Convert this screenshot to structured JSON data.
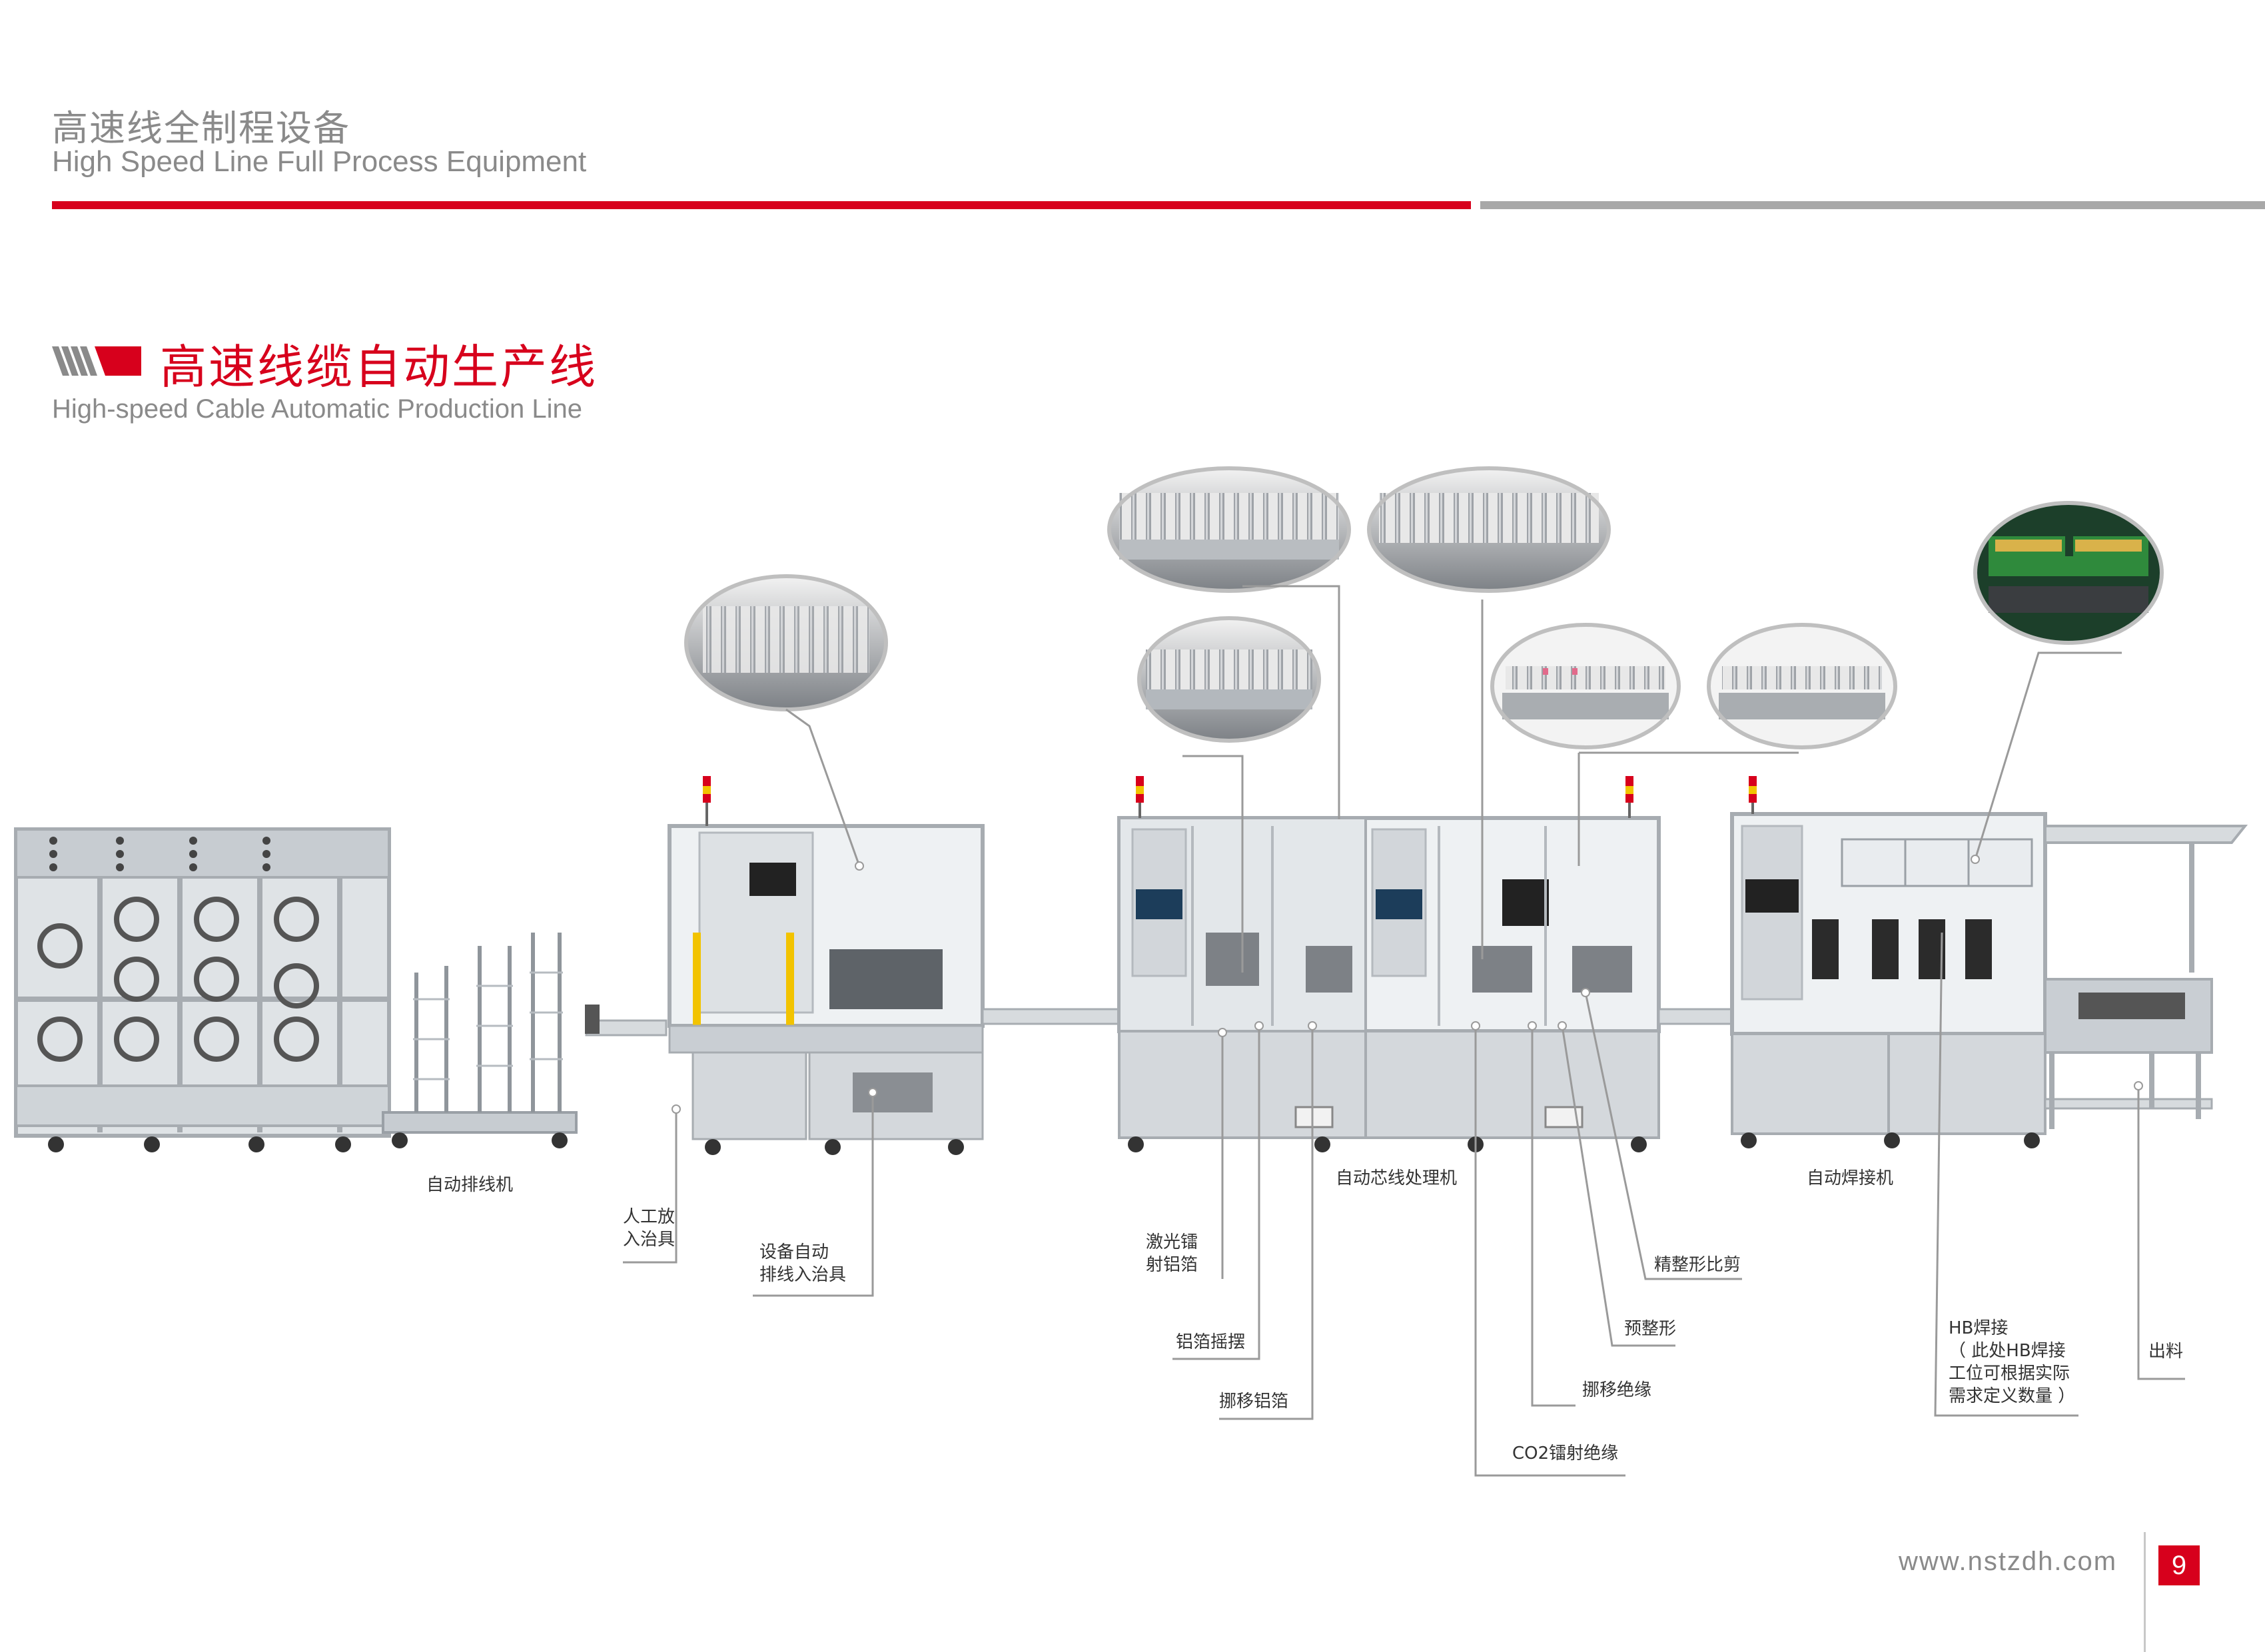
{
  "header": {
    "title_cn": "高速线全制程设备",
    "title_en": "High Speed Line Full Process Equipment"
  },
  "section": {
    "title_cn": "高速线缆自动生产线",
    "title_en": "High-speed Cable Automatic Production Line"
  },
  "labels": {
    "auto_wiring_machine": "自动排线机",
    "manual_fixture": [
      "人工放",
      "入治具"
    ],
    "auto_fixture": [
      "设备自动",
      "排线入治具"
    ],
    "core_wire_machine": "自动芯线处理机",
    "laser_foil": [
      "激光镭",
      "射铝箔"
    ],
    "foil_swing": "铝箔摇摆",
    "move_foil": "挪移铝箔",
    "co2_laser": "CO2镭射绝缘",
    "move_insulation": "挪移绝缘",
    "pre_shaping": "预整形",
    "fine_shaping": "精整形比剪",
    "welding_machine": "自动焊接机",
    "hb_welding": [
      "HB焊接",
      "（ 此处HB焊接",
      "工位可根据实际",
      "需求定义数量 ）"
    ],
    "discharge": "出料"
  },
  "footer": {
    "url": "www.nstzdh.com",
    "page": "9"
  },
  "colors": {
    "accent": "#d7001c",
    "gray_text": "#8a8a8a",
    "frame": "#b9bec4",
    "panel": "#c9ced3"
  },
  "icons": [
    "stripe-arrow-icon"
  ]
}
